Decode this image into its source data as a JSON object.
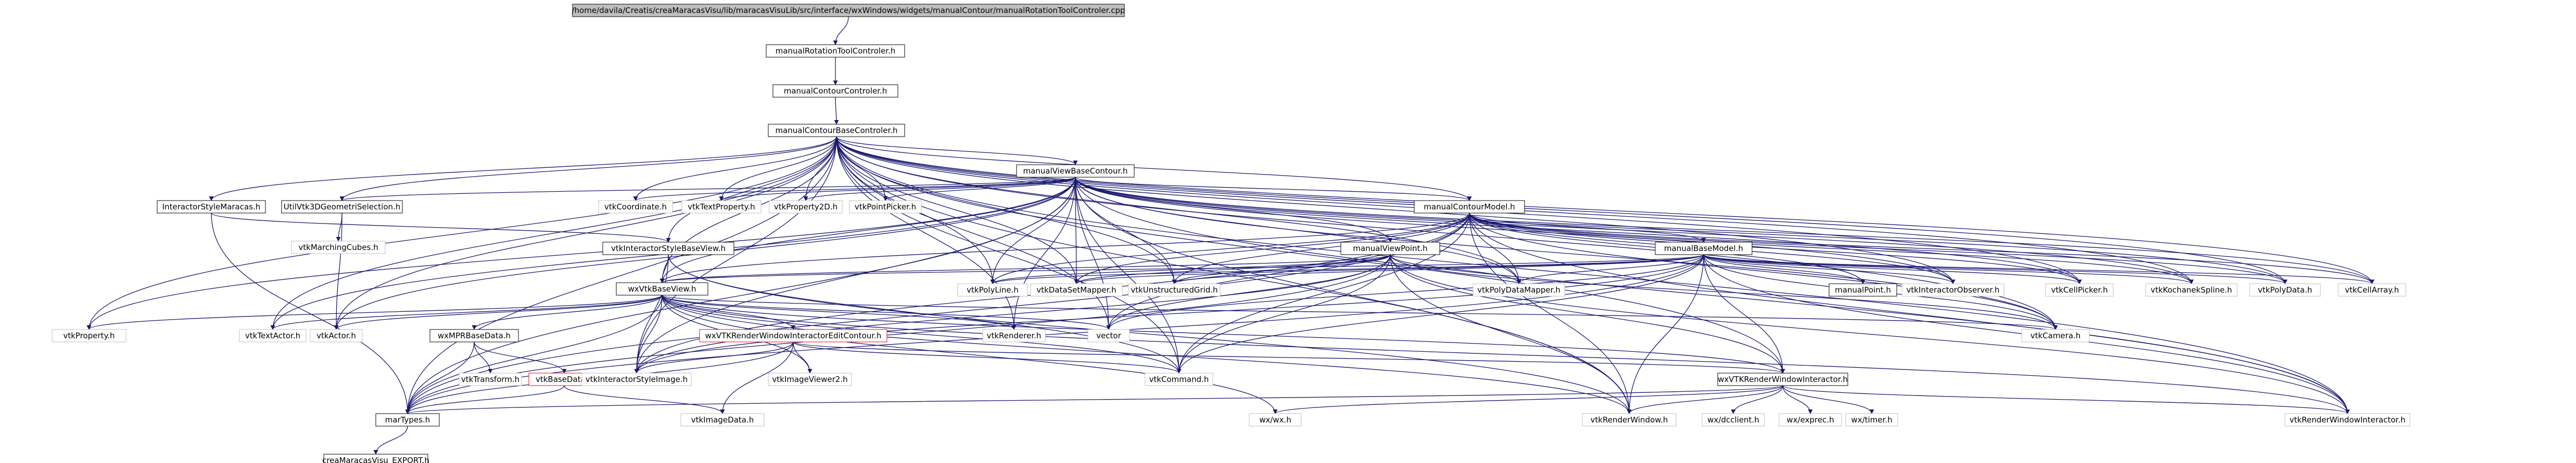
{
  "diagram": {
    "nodes": [
      {
        "id": "root",
        "label": "/home/davila/Creatis/creaMaracasVisu/lib/maracasVisuLib/src/interface/wxWindows/widgets/manualContour/manualRotationToolControler.cpp",
        "kind": "root"
      },
      {
        "id": "rot",
        "label": "manualRotationToolControler.h",
        "kind": "plain"
      },
      {
        "id": "mcc",
        "label": "manualContourControler.h",
        "kind": "plain"
      },
      {
        "id": "mcbc",
        "label": "manualContourBaseControler.h",
        "kind": "plain"
      },
      {
        "id": "mvbc",
        "label": "manualViewBaseContour.h",
        "kind": "plain"
      },
      {
        "id": "ism",
        "label": "InteractorStyleMaracas.h",
        "kind": "plain"
      },
      {
        "id": "u3d",
        "label": "UtilVtk3DGeometriSelection.h",
        "kind": "plain"
      },
      {
        "id": "vmc",
        "label": "vtkMarchingCubes.h",
        "kind": "ext"
      },
      {
        "id": "vcoord",
        "label": "vtkCoordinate.h",
        "kind": "ext"
      },
      {
        "id": "vtextprop",
        "label": "vtkTextProperty.h",
        "kind": "ext"
      },
      {
        "id": "vprop2d",
        "label": "vtkProperty2D.h",
        "kind": "ext"
      },
      {
        "id": "vpointpicker",
        "label": "vtkPointPicker.h",
        "kind": "ext"
      },
      {
        "id": "mcm",
        "label": "manualContourModel.h",
        "kind": "plain"
      },
      {
        "id": "visbv",
        "label": "vtkInteractorStyleBaseView.h",
        "kind": "plain"
      },
      {
        "id": "mvp",
        "label": "manualViewPoint.h",
        "kind": "plain"
      },
      {
        "id": "mbm",
        "label": "manualBaseModel.h",
        "kind": "plain"
      },
      {
        "id": "wxvbv",
        "label": "wxVtkBaseView.h",
        "kind": "plain"
      },
      {
        "id": "vpolyline",
        "label": "vtkPolyLine.h",
        "kind": "ext"
      },
      {
        "id": "vdsm",
        "label": "vtkDataSetMapper.h",
        "kind": "ext"
      },
      {
        "id": "vug",
        "label": "vtkUnstructuredGrid.h",
        "kind": "ext"
      },
      {
        "id": "vpdm",
        "label": "vtkPolyDataMapper.h",
        "kind": "ext"
      },
      {
        "id": "mpoint",
        "label": "manualPoint.h",
        "kind": "plain"
      },
      {
        "id": "vio",
        "label": "vtkInteractorObserver.h",
        "kind": "ext"
      },
      {
        "id": "vcellpicker",
        "label": "vtkCellPicker.h",
        "kind": "ext"
      },
      {
        "id": "vks",
        "label": "vtkKochanekSpline.h",
        "kind": "ext"
      },
      {
        "id": "vpolydata",
        "label": "vtkPolyData.h",
        "kind": "ext"
      },
      {
        "id": "vcellarray",
        "label": "vtkCellArray.h",
        "kind": "ext"
      },
      {
        "id": "vproperty",
        "label": "vtkProperty.h",
        "kind": "ext"
      },
      {
        "id": "vtextactor",
        "label": "vtkTextActor.h",
        "kind": "ext"
      },
      {
        "id": "vactor",
        "label": "vtkActor.h",
        "kind": "ext"
      },
      {
        "id": "wxmpr",
        "label": "wxMPRBaseData.h",
        "kind": "plain"
      },
      {
        "id": "vtransform",
        "label": "vtkTransform.h",
        "kind": "ext"
      },
      {
        "id": "vbd",
        "label": "vtkBaseData.h",
        "kind": "red"
      },
      {
        "id": "marTypes",
        "label": "marTypes.h",
        "kind": "plain"
      },
      {
        "id": "cmexport",
        "label": "creaMaracasVisu_EXPORT.h",
        "kind": "plain"
      },
      {
        "id": "visi",
        "label": "vtkInteractorStyleImage.h",
        "kind": "ext"
      },
      {
        "id": "wxvtkrwiec",
        "label": "wxVTKRenderWindowInteractorEditContour.h",
        "kind": "red"
      },
      {
        "id": "viv2",
        "label": "vtkImageViewer2.h",
        "kind": "ext"
      },
      {
        "id": "vimagedata",
        "label": "vtkImageData.h",
        "kind": "ext"
      },
      {
        "id": "vrenderer",
        "label": "vtkRenderer.h",
        "kind": "ext"
      },
      {
        "id": "vector",
        "label": "vector",
        "kind": "ext"
      },
      {
        "id": "vcommand",
        "label": "vtkCommand.h",
        "kind": "ext"
      },
      {
        "id": "wxvtkrwi",
        "label": "wxVTKRenderWindowInteractor.h",
        "kind": "plain"
      },
      {
        "id": "vcamera",
        "label": "vtkCamera.h",
        "kind": "ext"
      },
      {
        "id": "wxwx",
        "label": "wx/wx.h",
        "kind": "ext"
      },
      {
        "id": "vrw",
        "label": "vtkRenderWindow.h",
        "kind": "ext"
      },
      {
        "id": "wxdc",
        "label": "wx/dcclient.h",
        "kind": "ext"
      },
      {
        "id": "wxexpr",
        "label": "wx/exprec.h",
        "kind": "ext"
      },
      {
        "id": "wxtimer",
        "label": "wx/timer.h",
        "kind": "ext"
      },
      {
        "id": "vrwi",
        "label": "vtkRenderWindowInteractor.h",
        "kind": "ext"
      }
    ]
  }
}
